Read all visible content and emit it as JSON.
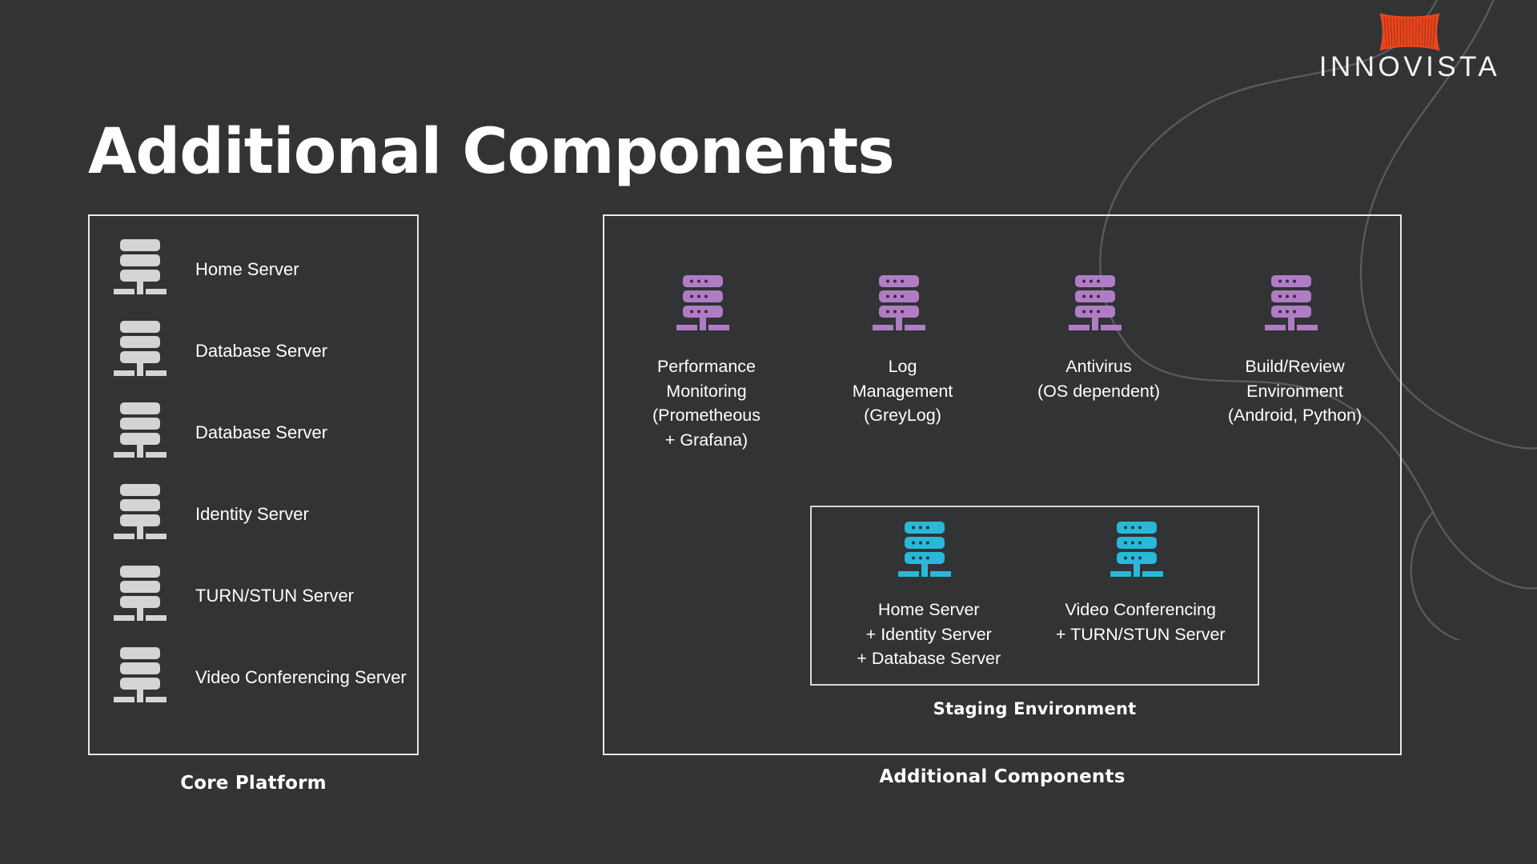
{
  "slide": {
    "title": "Additional Components",
    "background_color": "#313335"
  },
  "brand": {
    "logo_icon": "innovista-basket-logo-icon",
    "wordmark": "INNOVISTA",
    "logo_color": "#e8461e"
  },
  "core_panel": {
    "caption": "Core Platform",
    "icon_color": "#d4d4d4",
    "items": [
      {
        "icon": "server-icon",
        "label": "Home Server"
      },
      {
        "icon": "server-icon",
        "label": "Database Server"
      },
      {
        "icon": "server-icon",
        "label": "Database Server"
      },
      {
        "icon": "server-icon",
        "label": "Identity Server"
      },
      {
        "icon": "server-icon",
        "label": "TURN/STUN Server"
      },
      {
        "icon": "server-icon",
        "label": "Video Conferencing\nServer"
      }
    ]
  },
  "additional_panel": {
    "caption": "Additional Components",
    "icon_color": "#b07dc4",
    "items": [
      {
        "icon": "server-icon",
        "label": "Performance\nMonitoring\n(Prometheous\n+ Grafana)"
      },
      {
        "icon": "server-icon",
        "label": "Log\nManagement\n(GreyLog)"
      },
      {
        "icon": "server-icon",
        "label": "Antivirus\n(OS dependent)"
      },
      {
        "icon": "server-icon",
        "label": "Build/Review\nEnvironment\n(Android, Python)"
      }
    ],
    "staging": {
      "caption": "Staging Environment",
      "icon_color": "#29b8d8",
      "items": [
        {
          "icon": "server-icon",
          "label": "Home Server\n+ Identity Server\n+ Database Server"
        },
        {
          "icon": "server-icon",
          "label": "Video Conferencing\n+ TURN/STUN Server"
        }
      ]
    }
  }
}
